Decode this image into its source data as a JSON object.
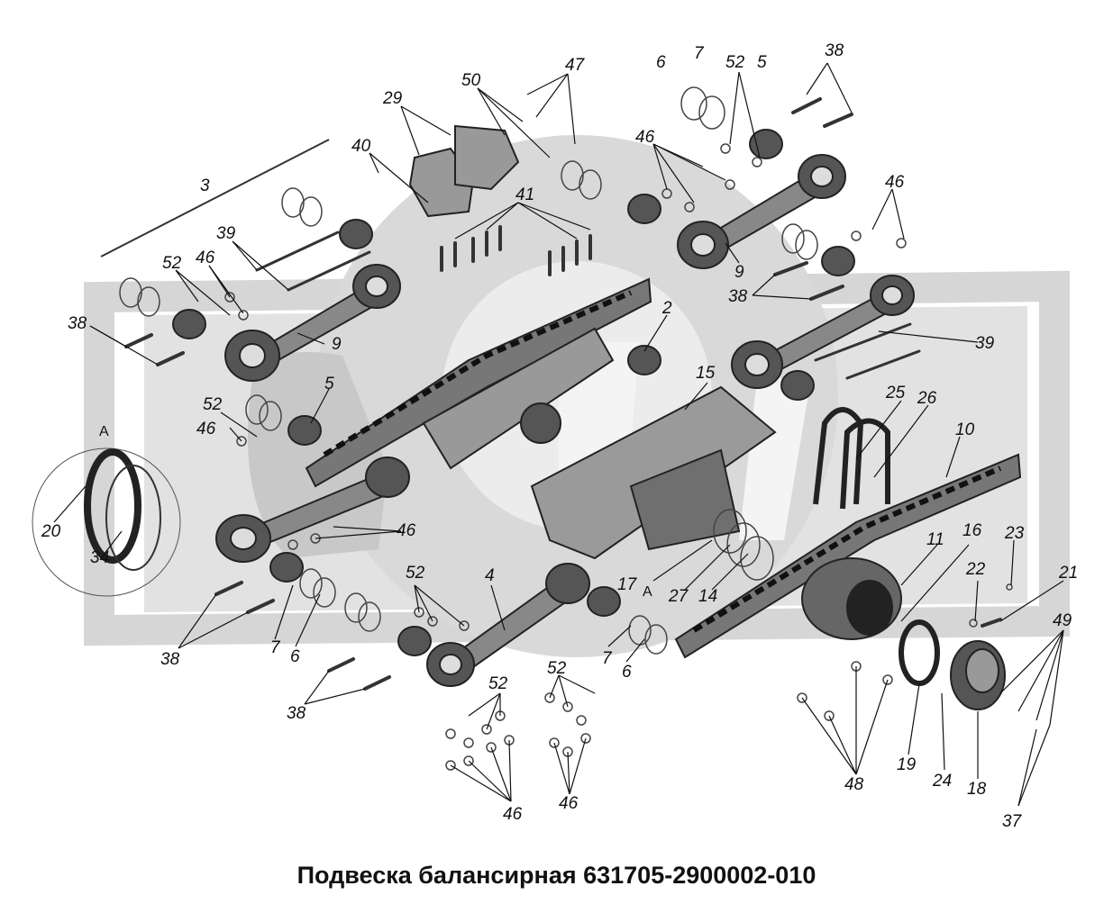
{
  "title": "Подвеска балансирная 631705-2900002-010",
  "view_label": "А",
  "section_marker": "A",
  "callouts": {
    "c3": "3",
    "c29": "29",
    "c40": "40",
    "c50": "50",
    "c47": "47",
    "c6a": "6",
    "c7a": "7",
    "c52a": "52",
    "c5a": "5",
    "c38a": "38",
    "c46a": "46",
    "c41": "41",
    "c46b": "46",
    "c39a": "39",
    "c52b": "52",
    "c46c": "46",
    "c38b": "38",
    "c9a": "9",
    "c9b": "9",
    "c38c": "38",
    "c2": "2",
    "c39b": "39",
    "c15": "15",
    "c25": "25",
    "c26": "26",
    "c5b": "5",
    "c52c": "52",
    "c46d": "46",
    "c10": "10",
    "c20": "20",
    "c34": "34",
    "c46e": "46",
    "c17": "17",
    "c27": "27",
    "c14": "14",
    "c11": "11",
    "c16": "16",
    "c23": "23",
    "c22": "22",
    "c21": "21",
    "c49": "49",
    "c52d": "52",
    "c4": "4",
    "c38d": "38",
    "c7b": "7",
    "c6b": "6",
    "c7c": "7",
    "c6c": "6",
    "c38e": "38",
    "c52e": "52",
    "c52f": "52",
    "c48": "48",
    "c19": "19",
    "c24": "24",
    "c18": "18",
    "c46f": "46",
    "c46g": "46",
    "c37": "37"
  },
  "colors": {
    "watermark": "#d4d4d4",
    "ink": "#222222",
    "part_fill": "#8a8a8a",
    "part_dark": "#3a3a3a"
  }
}
